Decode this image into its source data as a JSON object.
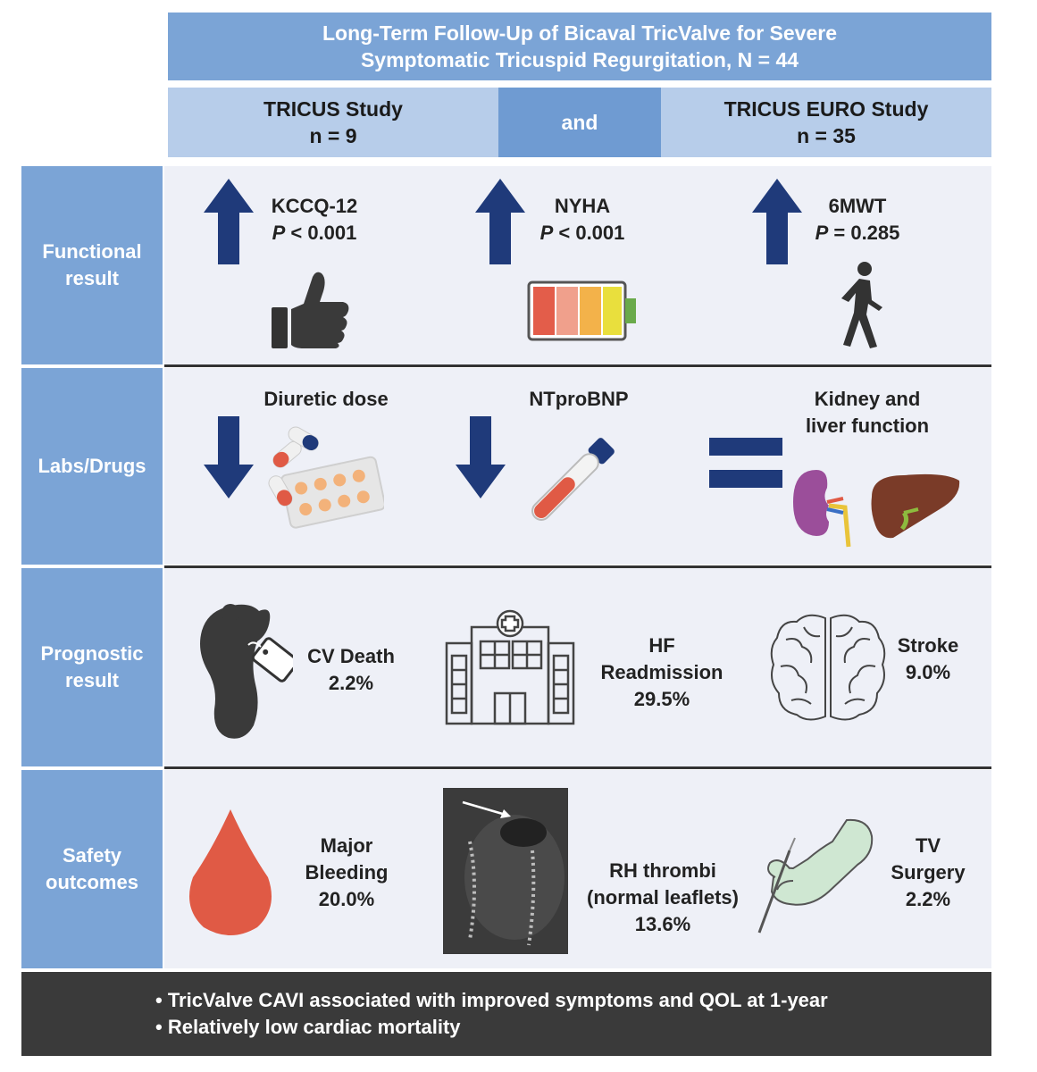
{
  "title": {
    "line1": "Long-Term Follow-Up of Bicaval TricValve for Severe",
    "line2": "Symptomatic Tricuspid Regurgitation, N = 44"
  },
  "studies": {
    "left": {
      "name": "TRICUS Study",
      "n": "n = 9"
    },
    "joiner": "and",
    "right": {
      "name": "TRICUS EURO Study",
      "n": "n = 35"
    }
  },
  "rows": {
    "functional": {
      "label_l1": "Functional",
      "label_l2": "result",
      "kccq": {
        "name": "KCCQ-12",
        "p_italic": "P",
        "p_val": " < 0.001"
      },
      "nyha": {
        "name": "NYHA",
        "p_italic": "P",
        "p_val": " < 0.001"
      },
      "mwt": {
        "name": "6MWT",
        "p_italic": "P",
        "p_val": " = 0.285"
      }
    },
    "labs": {
      "label": "Labs/Drugs",
      "diuretic": "Diuretic dose",
      "ntprobnp": "NTproBNP",
      "kidney_l1": "Kidney and",
      "kidney_l2": "liver function"
    },
    "prognostic": {
      "label_l1": "Prognostic",
      "label_l2": "result",
      "cv_l1": "CV Death",
      "cv_l2": "2.2%",
      "hf_l1": "HF",
      "hf_l2": "Readmission",
      "hf_l3": "29.5%",
      "stroke_l1": "Stroke",
      "stroke_l2": "9.0%"
    },
    "safety": {
      "label_l1": "Safety",
      "label_l2": "outcomes",
      "bleed_l1": "Major",
      "bleed_l2": "Bleeding",
      "bleed_l3": "20.0%",
      "rh_l1": "RH thrombi",
      "rh_l2": "(normal leaflets)",
      "rh_l3": "13.6%",
      "tv_l1": "TV",
      "tv_l2": "Surgery",
      "tv_l3": "2.2%"
    }
  },
  "footer": {
    "b1": "• TricValve CAVI associated with improved symptoms and QOL at 1-year",
    "b2": "• Relatively low cardiac mortality"
  },
  "colors": {
    "header_blue": "#7ba4d6",
    "light_blue": "#b7cdea",
    "arrow_navy": "#1f3a7a",
    "blood_red": "#e05a45",
    "footer_dark": "#3a3a3a"
  },
  "icons": [
    "thumbs-up-icon",
    "battery-icon",
    "walking-person-icon",
    "pills-icon",
    "blood-tube-icon",
    "kidney-icon",
    "liver-icon",
    "foot-tag-icon",
    "hospital-icon",
    "brain-icon",
    "blood-drop-icon",
    "ct-scan-image",
    "surgeon-hand-icon"
  ]
}
